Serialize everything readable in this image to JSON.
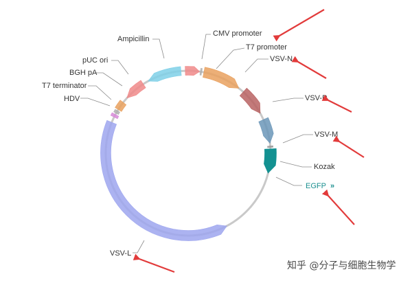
{
  "plasmid": {
    "features": [
      {
        "id": "ampicillin",
        "label": "Ampicillin",
        "color": "#7fd0e8"
      },
      {
        "id": "cmv",
        "label": "CMV promoter",
        "color": "#f08a8a"
      },
      {
        "id": "t7p",
        "label": "T7 promoter",
        "color": "#b0b0b0"
      },
      {
        "id": "vsvn",
        "label": "VSV-N",
        "color": "#e9a15f"
      },
      {
        "id": "vsvp",
        "label": "VSV-P",
        "color": "#b96363"
      },
      {
        "id": "vsvm",
        "label": "VSV-M",
        "color": "#6b97b8"
      },
      {
        "id": "kozak",
        "label": "Kozak",
        "color": "#9a9a9a"
      },
      {
        "id": "egfp",
        "label": "EGFP",
        "color": "#139191"
      },
      {
        "id": "vsvl",
        "label": "VSV-L",
        "color": "#9ea6ee"
      },
      {
        "id": "hdv",
        "label": "HDV",
        "color": "#d78ad8"
      },
      {
        "id": "t7t",
        "label": "T7 terminator",
        "color": "#b0b0b0"
      },
      {
        "id": "bgh",
        "label": "BGH pA",
        "color": "#e9a15f"
      },
      {
        "id": "puc",
        "label": "pUC ori",
        "color": "#f08a8a"
      }
    ],
    "egfp_chevron": "»",
    "annotation_color": "#e23b3b"
  },
  "watermark": {
    "text": "知乎 @分子与细胞生物学"
  }
}
